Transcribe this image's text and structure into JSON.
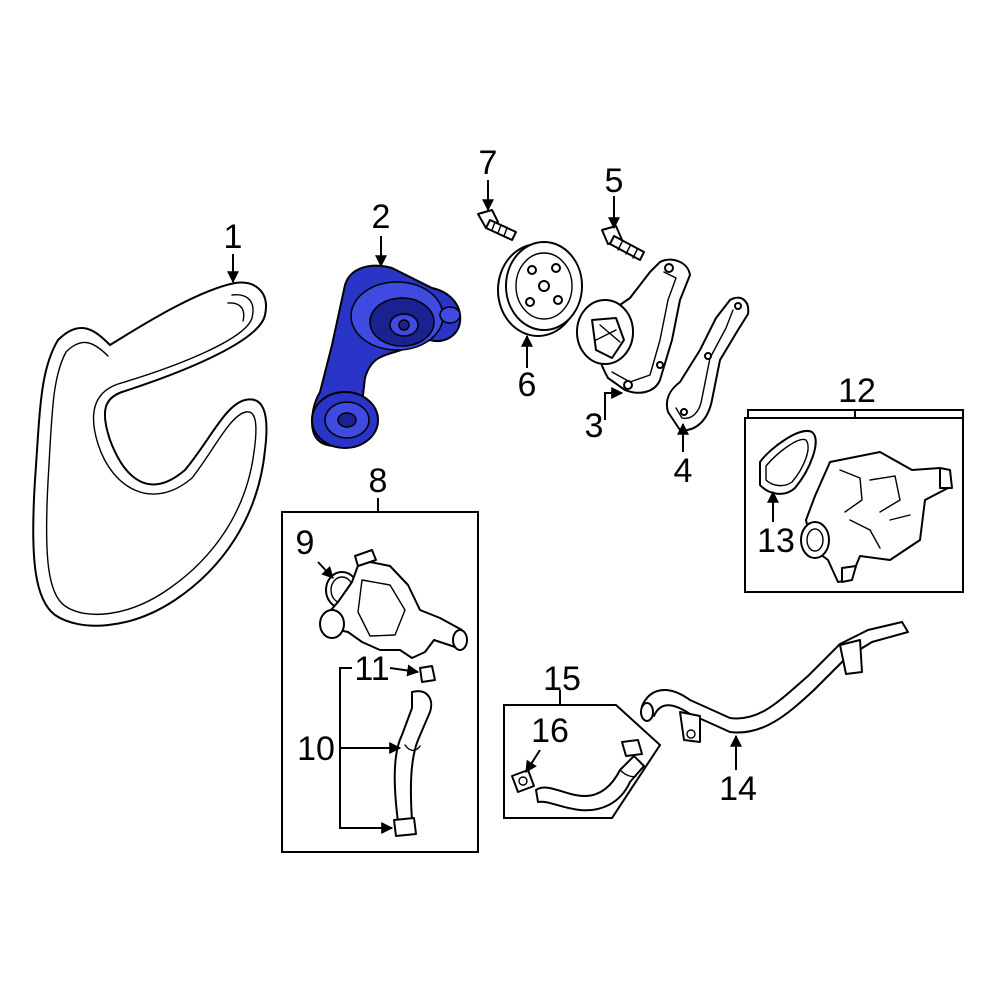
{
  "diagram": {
    "highlight_color": "#2a35c8",
    "highlighted_part": "2",
    "callouts": [
      {
        "id": "c1",
        "label": "1"
      },
      {
        "id": "c2",
        "label": "2"
      },
      {
        "id": "c3",
        "label": "3"
      },
      {
        "id": "c4",
        "label": "4"
      },
      {
        "id": "c5",
        "label": "5"
      },
      {
        "id": "c6",
        "label": "6"
      },
      {
        "id": "c7",
        "label": "7"
      },
      {
        "id": "c8",
        "label": "8"
      },
      {
        "id": "c9",
        "label": "9"
      },
      {
        "id": "c10",
        "label": "10"
      },
      {
        "id": "c11",
        "label": "11"
      },
      {
        "id": "c12",
        "label": "12"
      },
      {
        "id": "c13",
        "label": "13"
      },
      {
        "id": "c14",
        "label": "14"
      },
      {
        "id": "c15",
        "label": "15"
      },
      {
        "id": "c16",
        "label": "16"
      }
    ]
  }
}
